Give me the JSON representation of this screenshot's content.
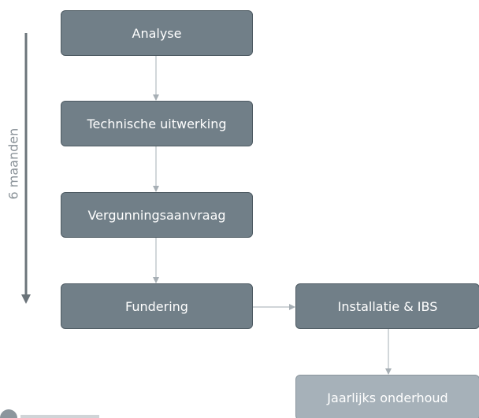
{
  "timeline": {
    "label": "6 maanden"
  },
  "steps": {
    "analyse": "Analyse",
    "technische_uitwerking": "Technische uitwerking",
    "vergunningsaanvraag": "Vergunningsaanvraag",
    "fundering": "Fundering",
    "installatie": "Installatie & IBS",
    "onderhoud": "Jaarlijks onderhoud"
  },
  "colors": {
    "box_dark": "#717f88",
    "box_light": "#a6b1b9",
    "box_border": "#4d5a62",
    "connector": "#b5bcc1",
    "timeline_arrow": "#6b747a",
    "label_text": "#8a9298"
  },
  "icons": {
    "timeline_arrow": "arrow-down-icon",
    "connector_arrow": "arrowhead-icon"
  }
}
